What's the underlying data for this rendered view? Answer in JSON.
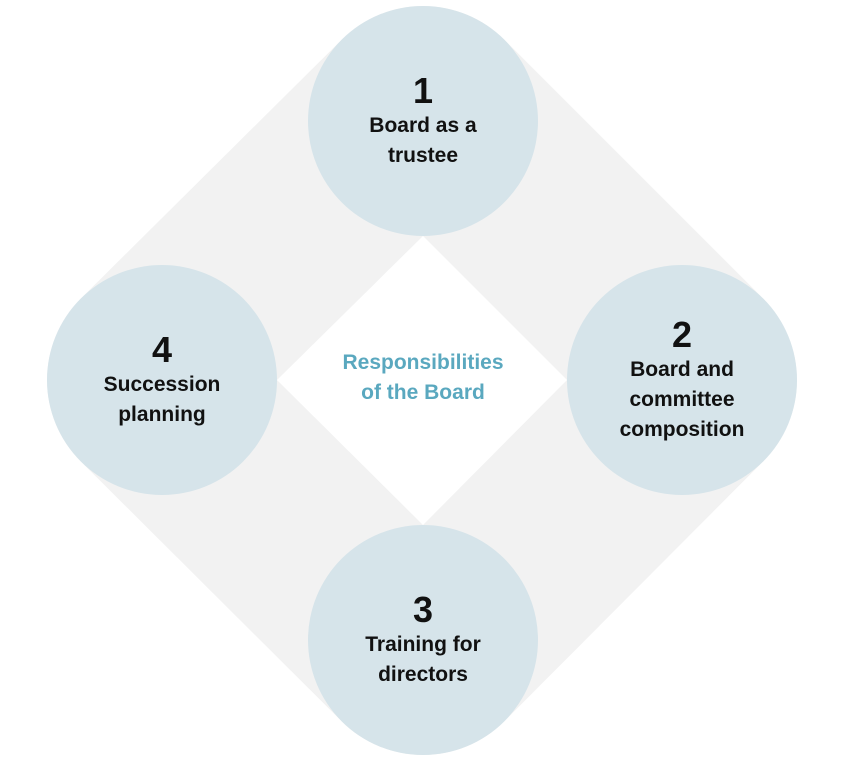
{
  "colors": {
    "band": "#f2f2f2",
    "circle": "#d6e4ea",
    "center_text": "#5aa8bf",
    "text": "#111111"
  },
  "center_title": "Responsibilities\nof the Board",
  "nodes": [
    {
      "number": "1",
      "label": "Board as a\ntrustee"
    },
    {
      "number": "2",
      "label": "Board and\ncommittee\ncomposition"
    },
    {
      "number": "3",
      "label": "Training for\ndirectors"
    },
    {
      "number": "4",
      "label": "Succession\nplanning"
    }
  ]
}
